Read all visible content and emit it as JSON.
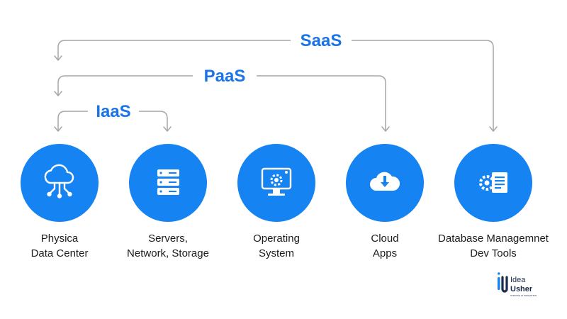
{
  "colors": {
    "accent": "#1a73e8",
    "circle": "#1683f2",
    "connector": "#a6a6a6",
    "text": "#1b1b1b",
    "brand_dark": "#1a2a4a"
  },
  "layers": [
    {
      "key": "saas",
      "label": "SaaS"
    },
    {
      "key": "paas",
      "label": "PaaS"
    },
    {
      "key": "iaas",
      "label": "IaaS"
    }
  ],
  "nodes": [
    {
      "key": "physical-data-center",
      "icon": "cloud-network-icon",
      "lines": [
        "Physica",
        "Data Center"
      ]
    },
    {
      "key": "servers-network-storage",
      "icon": "server-stack-icon",
      "lines": [
        "Servers,",
        "Network, Storage"
      ]
    },
    {
      "key": "operating-system",
      "icon": "monitor-gear-icon",
      "lines": [
        "Operating",
        "System"
      ]
    },
    {
      "key": "cloud-apps",
      "icon": "cloud-download-icon",
      "lines": [
        "Cloud",
        "Apps"
      ]
    },
    {
      "key": "database-dev-tools",
      "icon": "gear-document-icon",
      "lines": [
        "Database Managemnet",
        "Dev Tools"
      ]
    }
  ],
  "brand": {
    "icon": "idea-usher-logo-icon",
    "line1": "Idea",
    "line2": "Usher",
    "tagline": "STRIVING IN INNOVATION"
  }
}
